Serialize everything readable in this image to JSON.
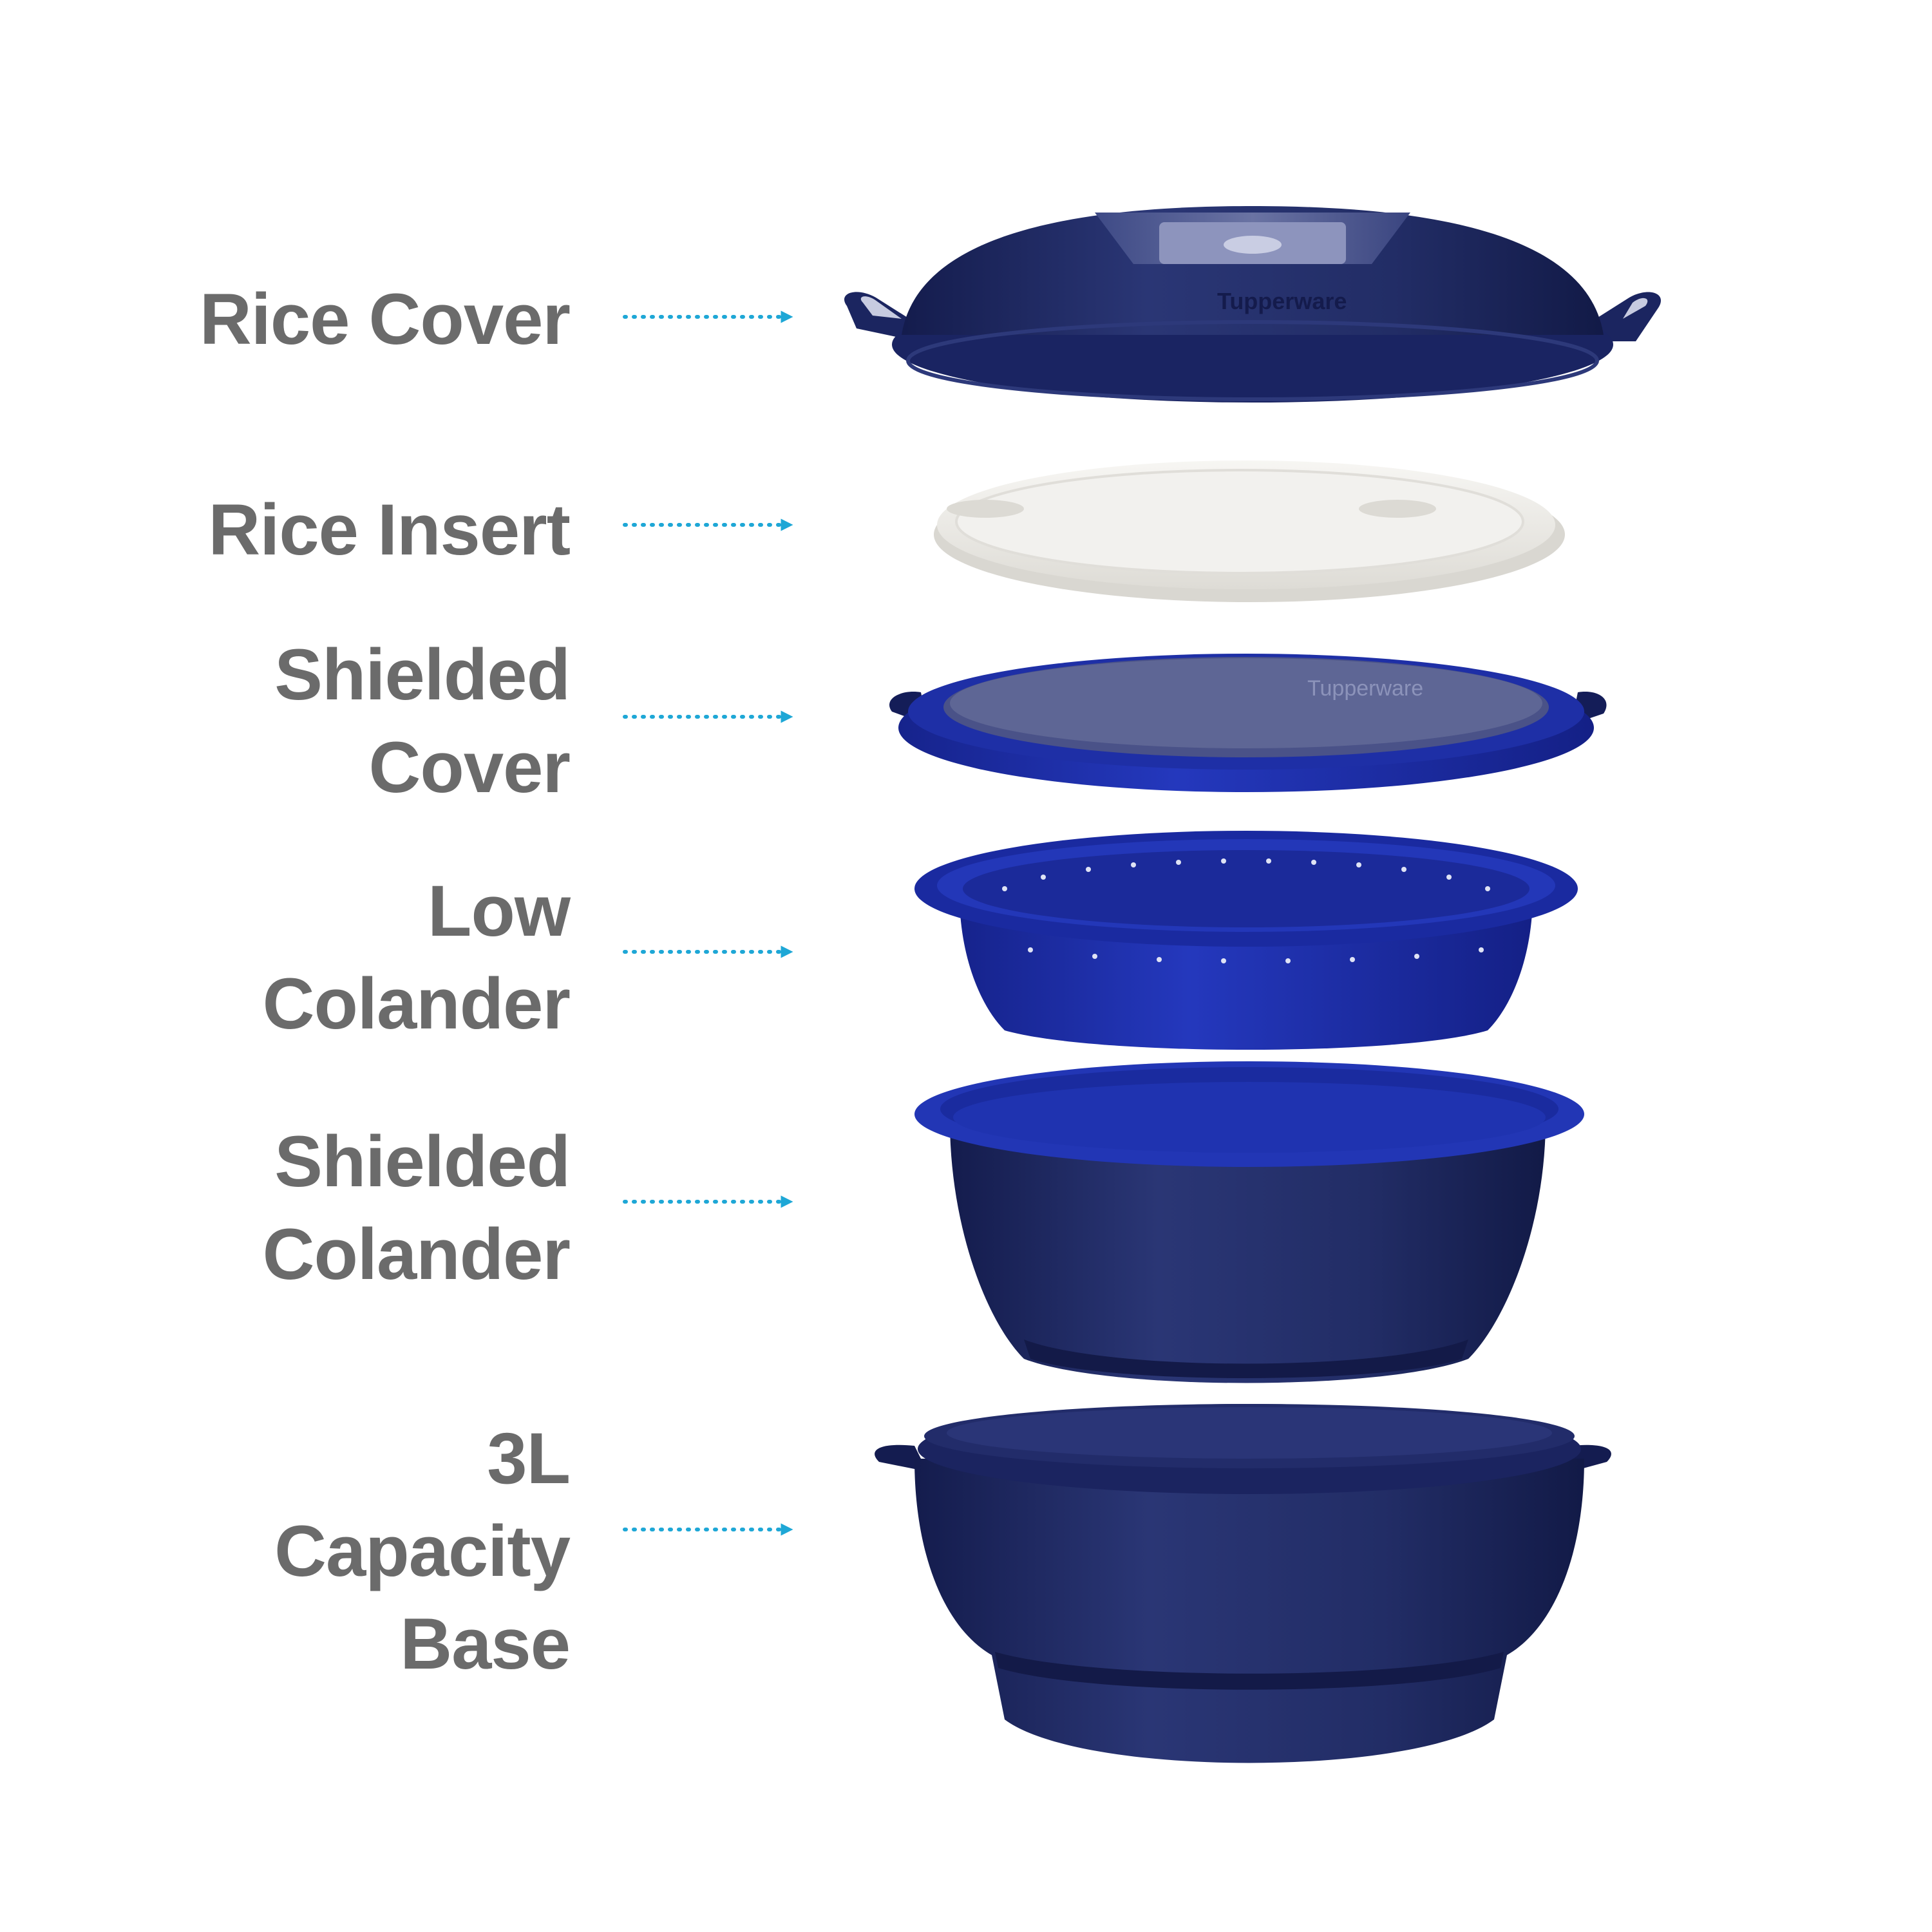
{
  "colors": {
    "label_text": "#6b6b6b",
    "arrow": "#1ea7d6",
    "navy": "#1f2a66",
    "royal_blue": "#1b2aa8",
    "white_part": "#f0efec"
  },
  "parts": [
    {
      "id": "rice-cover",
      "lines": [
        "Rice Cover"
      ],
      "object": "rice-cover-lid",
      "brand_mark": "Tupperware"
    },
    {
      "id": "rice-insert",
      "lines": [
        "Rice Insert"
      ],
      "object": "rice-insert-plate"
    },
    {
      "id": "shielded-cover",
      "lines": [
        "Shielded",
        "Cover"
      ],
      "object": "shielded-cover-lid",
      "brand_mark": "Tupperware"
    },
    {
      "id": "low-colander",
      "lines": [
        "Low",
        "Colander"
      ],
      "object": "low-colander-tray"
    },
    {
      "id": "shielded-colander",
      "lines": [
        "Shielded",
        "Colander"
      ],
      "object": "shielded-colander-bowl"
    },
    {
      "id": "capacity-base",
      "lines": [
        "3L",
        "Capacity",
        "Base"
      ],
      "object": "capacity-base-bowl"
    }
  ]
}
